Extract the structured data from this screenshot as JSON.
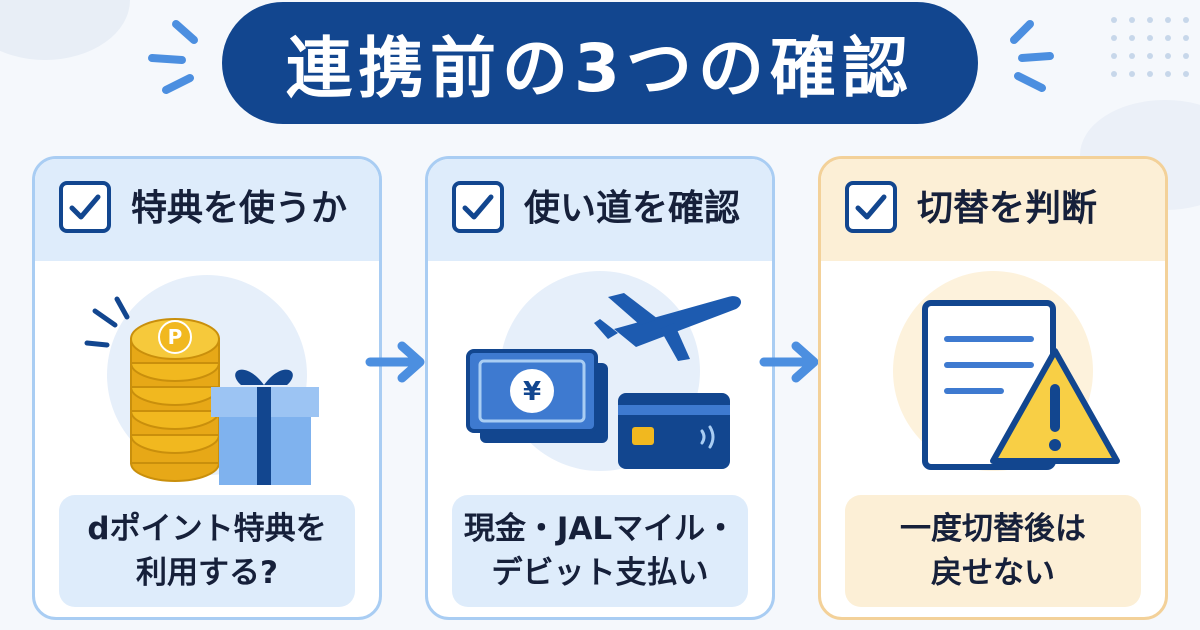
{
  "title": "連携前の3つの確認",
  "cards": [
    {
      "title": "特典を使うか",
      "caption": [
        "dポイント特典を",
        "利用する?"
      ],
      "icon": "coins-gift-icon"
    },
    {
      "title": "使い道を確認",
      "caption": [
        "現金・JALマイル・",
        "デビット支払い"
      ],
      "icon": "money-plane-card-icon"
    },
    {
      "title": "切替を判断",
      "caption": [
        "一度切替後は",
        "戻せない"
      ],
      "icon": "document-warning-icon"
    }
  ],
  "colors": {
    "navy": "#12468f",
    "light_blue": "#deecfb",
    "border_blue": "#a9cdf3",
    "light_orange": "#fcefd6",
    "border_orange": "#f3d199",
    "gold": "#f1b81f",
    "warning": "#f8cf45"
  }
}
